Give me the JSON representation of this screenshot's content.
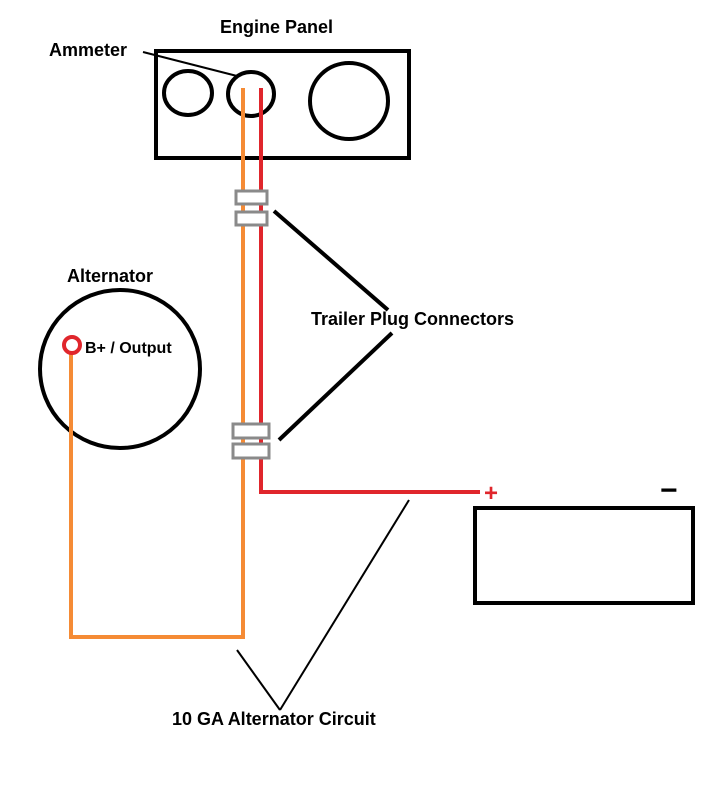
{
  "labels": {
    "engine_panel": "Engine Panel",
    "ammeter": "Ammeter",
    "alternator": "Alternator",
    "output": "B+ / Output",
    "trailer_plug": "Trailer Plug Connectors",
    "circuit": "10 GA Alternator Circuit",
    "battery_positive": "+",
    "battery_negative": "−"
  },
  "colors": {
    "outline": "#000000",
    "positive_wire": "#e0262c",
    "alternator_wire": "#f58b35",
    "connector": "#8a8a8a",
    "background": "#ffffff"
  }
}
